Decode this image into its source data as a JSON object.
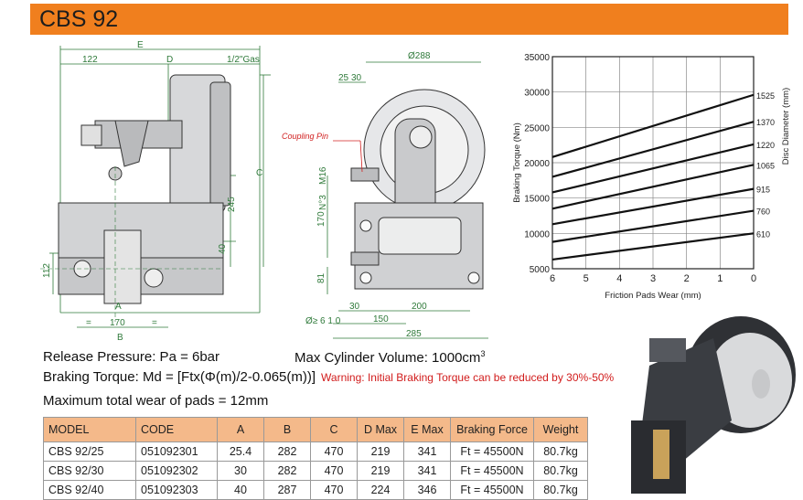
{
  "title": "CBS 92",
  "drawing_left": {
    "E": "E",
    "d122": "122",
    "D": "D",
    "gas": "1/2\"Gas",
    "C": "C",
    "d245": "245",
    "d40": "40",
    "d112": "112",
    "A": "A",
    "eq": "=",
    "d170": "170",
    "B": "B"
  },
  "drawing_mid": {
    "d288": "Ø288",
    "d25": "25",
    "d30a": "30",
    "coupling": "Coupling Pin",
    "m16": "M16",
    "n3": "N°3",
    "d170": "170",
    "d81": "81",
    "d30b": "30",
    "d200": "200",
    "d150": "150",
    "d285": "285",
    "d610": "Ø≥ 6 1 0"
  },
  "chart_data": {
    "type": "line",
    "xlabel": "Friction Pads Wear (mm)",
    "ylabel": "Braking Torque (Nm)",
    "y2label": "Disc Diameter (mm)",
    "x_ticks": [
      "6",
      "5",
      "4",
      "3",
      "2",
      "1",
      "0"
    ],
    "y_ticks": [
      "5000",
      "10000",
      "15000",
      "20000",
      "25000",
      "30000",
      "35000"
    ],
    "xlim": [
      6,
      0
    ],
    "ylim": [
      5000,
      35000
    ],
    "series": [
      {
        "name": "1525",
        "x": [
          6,
          0
        ],
        "values": [
          20800,
          29600
        ]
      },
      {
        "name": "1370",
        "x": [
          6,
          0
        ],
        "values": [
          18000,
          25800
        ]
      },
      {
        "name": "1220",
        "x": [
          6,
          0
        ],
        "values": [
          15800,
          22600
        ]
      },
      {
        "name": "1065",
        "x": [
          6,
          0
        ],
        "values": [
          13500,
          19700
        ]
      },
      {
        "name": "915",
        "x": [
          6,
          0
        ],
        "values": [
          11300,
          16300
        ]
      },
      {
        "name": "760",
        "x": [
          6,
          0
        ],
        "values": [
          8800,
          13200
        ]
      },
      {
        "name": "610",
        "x": [
          6,
          0
        ],
        "values": [
          6300,
          10000
        ]
      }
    ]
  },
  "specs": {
    "release_pressure": "Release Pressure: Pa = 6bar",
    "max_cylinder": "Max Cylinder Volume: 1000cm",
    "max_cylinder_sup": "3",
    "braking_torque": "Braking Torque: Md = [Ftx(Φ(m)/2-0.065(m))]",
    "warning": "Warning: Initial Braking Torque can be reduced by 30%-50%",
    "max_wear": "Maximum total wear of pads = 12mm"
  },
  "table": {
    "headers": [
      "MODEL",
      "CODE",
      "A",
      "B",
      "C",
      "D Max",
      "E Max",
      "Braking Force",
      "Weight"
    ],
    "rows": [
      [
        "CBS 92/25",
        "051092301",
        "25.4",
        "282",
        "470",
        "219",
        "341",
        "Ft = 45500N",
        "80.7kg"
      ],
      [
        "CBS 92/30",
        "051092302",
        "30",
        "282",
        "470",
        "219",
        "341",
        "Ft = 45500N",
        "80.7kg"
      ],
      [
        "CBS 92/40",
        "051092303",
        "40",
        "287",
        "470",
        "224",
        "346",
        "Ft = 45500N",
        "80.7kg"
      ]
    ]
  },
  "colors": {
    "header": "#f07f1e",
    "dimension": "#2f7a3a",
    "warning": "#d11b1b",
    "table_header": "#f4b98a"
  }
}
